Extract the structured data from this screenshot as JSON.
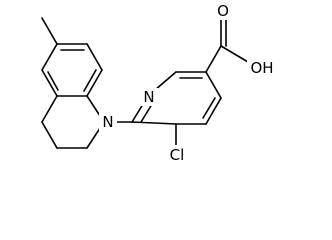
{
  "atom_labels": {
    "pyridine_nitrogen": "N",
    "amine_nitrogen": "N",
    "chlorine": "Cl",
    "hydroxyl": "OH",
    "carbonyl_oxygen": "O"
  },
  "colors": {
    "bonds": "#000000",
    "labels": "#000000",
    "background": "#ffffff"
  }
}
